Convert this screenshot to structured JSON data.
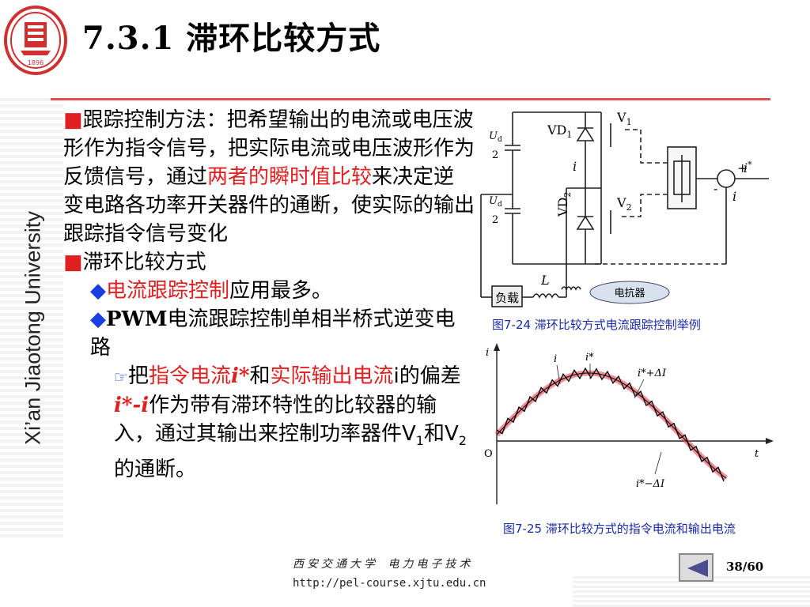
{
  "slide": {
    "title": "7.3.1 滞环比较方式",
    "university_vertical": "Xi’an Jiaotong University",
    "logo_year": "1896",
    "page_number": "38/60"
  },
  "body": {
    "b1_bullet": "■",
    "b1_pre": "跟踪控制方法：把希望输出的电流或电压波形作为指令信号，把实际电流或电压波形作为反馈信号，通过",
    "b1_red": "两者的瞬时值比较",
    "b1_post": "来决定逆变电路各功率开关器件的通断，使实际的输出跟踪指令信号变化",
    "b2_bullet": "■",
    "b2_text": "滞环比较方式",
    "d1_bullet": "◆",
    "d1_red": "电流跟踪控制",
    "d1_post": "应用最多。",
    "d2_bullet": "◆",
    "d2_bold": "PWM",
    "d2_text": "电流跟踪控制单相半桥式逆变电路",
    "s_bullet": "☞",
    "s_a": "把",
    "s_red1": "指令电流",
    "s_ivar1": "i*",
    "s_and": "和",
    "s_red2": "实际输出电流",
    "s_b": "i的偏差",
    "s_diff": "i*-i",
    "s_c": "作为带有滞环特性的比较器的输入，通过其输出来控制功率器件V",
    "s_sub1": "1",
    "s_d": "和V",
    "s_sub2": "2",
    "s_e": "的通断。"
  },
  "figure1": {
    "caption": "图7-24  滞环比较方式电流跟踪控制举例",
    "callout": "电抗器",
    "load": "负载",
    "L": "L",
    "VD1": "VD",
    "VD1_sub": "1",
    "VD2": "VD",
    "VD2_sub": "2",
    "V1": "V",
    "V1_sub": "1",
    "V2": "V",
    "V2_sub": "2",
    "Ud": "U",
    "Ud_sub": "d",
    "two": "2",
    "i": "i",
    "plus": "+",
    "minus": "-",
    "istar": "i",
    "star": "*"
  },
  "figure2": {
    "caption": "图7-25  滞环比较方式的指令电流和输出电流",
    "y_axis": "i",
    "x_axis": "t",
    "origin": "O",
    "label_i": "i",
    "label_istar": "i*",
    "label_upper": "i*+ΔI",
    "label_lower": "i*−ΔI"
  },
  "footer": {
    "course": "西安交通大学 电力电子技术",
    "url": "http://pel-course.xjtu.edu.cn"
  },
  "colors": {
    "accent_red": "#e02020",
    "diamond_blue": "#1a3fe0",
    "caption_blue": "#1a2aa8",
    "logo_red": "#d03030"
  }
}
